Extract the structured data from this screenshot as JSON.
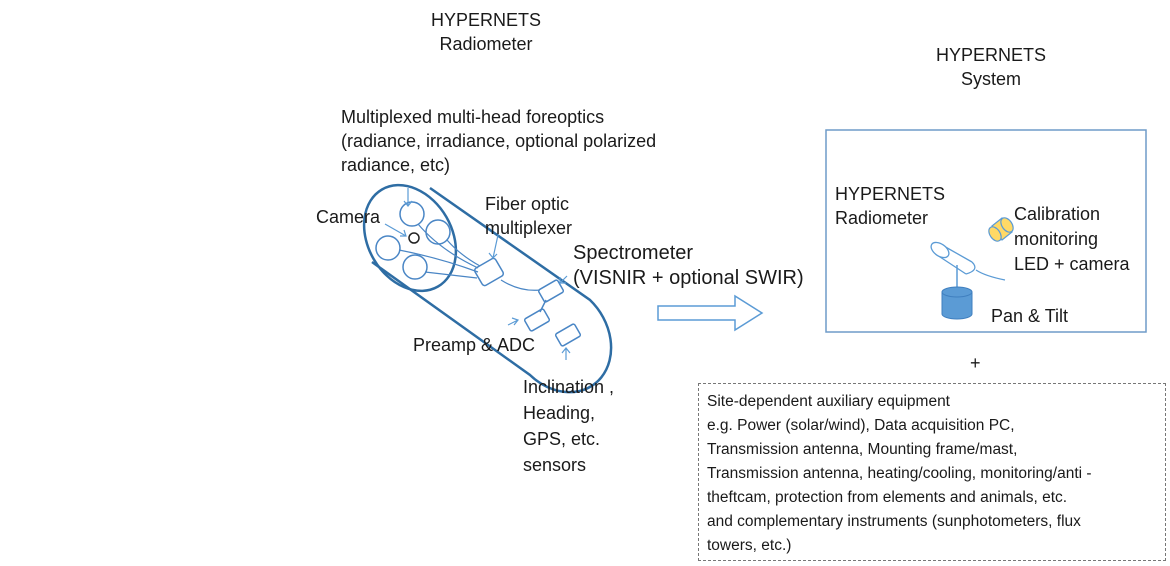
{
  "radiometer_title": [
    "HYPERNETS",
    "Radiometer"
  ],
  "system_title": [
    "HYPERNETS",
    "System"
  ],
  "radiometer_labels": {
    "foreoptics": [
      "Multiplexed  multi-head foreoptics",
      "(radiance, irradiance, optional  polarized",
      "radiance, etc)"
    ],
    "camera": "Camera",
    "fiber_mux": [
      "Fiber optic",
      "multiplexer"
    ],
    "spectrometer": [
      "Spectrometer",
      "(VISNIR + optional  SWIR)"
    ],
    "preamp": "Preamp & ADC",
    "sensors": [
      "Inclination ,",
      "Heading,",
      "GPS, etc.",
      "sensors"
    ]
  },
  "system_labels": {
    "radiometer": [
      "HYPERNETS",
      "Radiometer"
    ],
    "calibration": [
      "Calibration",
      "monitoring",
      "LED + camera"
    ],
    "pan_tilt": "Pan & Tilt"
  },
  "plus_sign": "+",
  "auxiliary": {
    "lines": [
      "Site-dependent auxiliary equipment",
      "e.g. Power (solar/wind), Data acquisition PC,",
      "Transmission antenna, Mounting frame/mast,",
      "Transmission antenna, heating/cooling, monitoring/anti -",
      "theftcam, protection from elements and animals,  etc.",
      "and complementary instruments (sunphotometers, flux",
      "towers, etc.)"
    ]
  },
  "colors": {
    "outline_dark": "#2e6da4",
    "outline_light": "#5b9bd5",
    "frame": "#6f9bc8",
    "led_fill": "#ffd966",
    "pan_tilt_fill": "#5b9bd5"
  }
}
